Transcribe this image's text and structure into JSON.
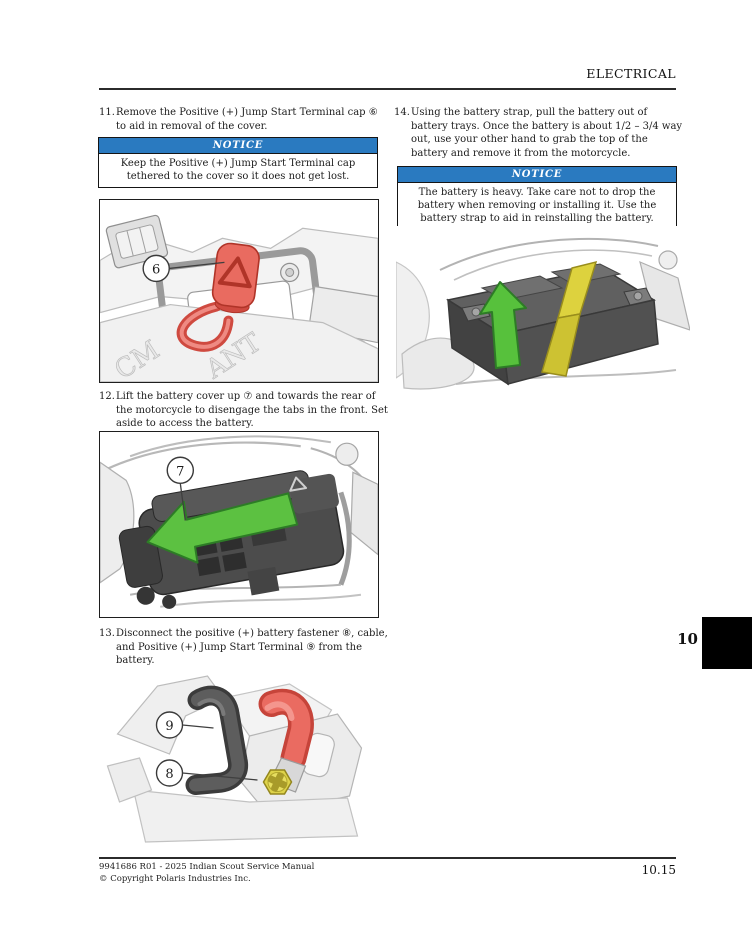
{
  "header": {
    "section": "ELECTRICAL"
  },
  "steps": {
    "s11": {
      "num": "11.",
      "text": "Remove the Positive (+) Jump Start Terminal cap ⑥ to aid in removal of the cover."
    },
    "s12": {
      "num": "12.",
      "text": "Lift the battery cover up ⑦ and towards the rear of the motorcycle to disengage the tabs in the front. Set aside to access the battery."
    },
    "s13": {
      "num": "13.",
      "text": "Disconnect the positive (+) battery fastener ⑧, cable, and Positive (+) Jump Start Terminal ⑨ from the battery."
    },
    "s14": {
      "num": "14.",
      "text": "Using the battery strap, pull the battery out of battery trays. Once the battery is about 1/2 – 3/4 way out, use your other hand to grab the top of the battery and remove it from the motorcycle."
    }
  },
  "notices": {
    "n1": {
      "label": "NOTICE",
      "text": "Keep the Positive (+) Jump Start Terminal cap tethered to the cover so it does not get lost."
    },
    "n2": {
      "label": "NOTICE",
      "text": "The battery is heavy. Take care not to drop the battery when removing or installing it. Use the battery strap to aid in reinstalling the battery."
    }
  },
  "figures": {
    "f1": {
      "callout6": "6",
      "molded_left": "CM",
      "molded_right": "ANT"
    },
    "f2": {
      "callout7": "7"
    },
    "f3": {
      "callout8": "8",
      "callout9": "9"
    }
  },
  "chapter_tab": {
    "number": "10"
  },
  "footer": {
    "line1": "9941686 R01 - 2025 Indian Scout Service Manual",
    "line2": "© Copyright Polaris Industries Inc.",
    "page_number": "10.15"
  },
  "colors": {
    "notice_blue": "#2a7ac0",
    "tab_black": "#000000",
    "highlight_red": "#e96b60",
    "highlight_green": "#57c13c",
    "highlight_yellow": "#ddd23e"
  }
}
